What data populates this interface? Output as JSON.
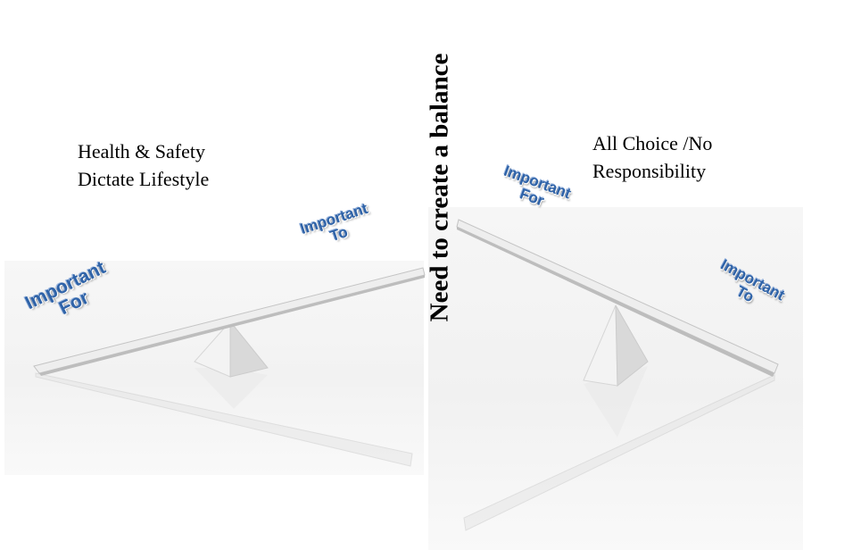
{
  "left_panel": {
    "caption": "Health & Safety\nDictate Lifestyle",
    "low_end_label": [
      "Important",
      "For"
    ],
    "high_end_label": [
      "Important",
      "To"
    ]
  },
  "center_caption": "Need to create a balance",
  "right_panel": {
    "caption": "All Choice /No\nResponsibility",
    "high_end_label": [
      "Important",
      "For"
    ],
    "low_end_label": [
      "Important",
      "To"
    ]
  },
  "colors": {
    "label_blue": "#2f63a8",
    "plank": "#eeeeee",
    "plank_edge": "#bdbdbd",
    "fulcrum_light": "#f4f4f4",
    "fulcrum_shadow": "#cfcfcf"
  },
  "icons": {
    "left_seesaw": "seesaw-tilted-left-down",
    "right_seesaw": "seesaw-tilted-right-down"
  }
}
